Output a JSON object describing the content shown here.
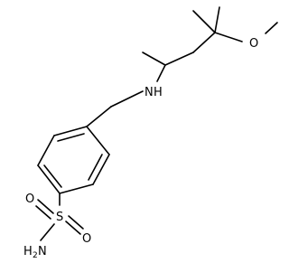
{
  "molecule": {
    "atoms": {
      "amine_n": {
        "element": "N",
        "hydrogens": "H"
      },
      "ether_o": {
        "element": "O"
      },
      "sulfonyl_s": {
        "element": "S"
      },
      "sulfonyl_o_left": {
        "element": "O"
      },
      "sulfonyl_o_right": {
        "element": "O"
      },
      "sulfonamide_n": {
        "element": "N",
        "hydrogens": "H",
        "hydrogen_count": "2"
      }
    }
  },
  "colors": {
    "bond": "#000000",
    "label": "#000000",
    "background": "#ffffff"
  }
}
